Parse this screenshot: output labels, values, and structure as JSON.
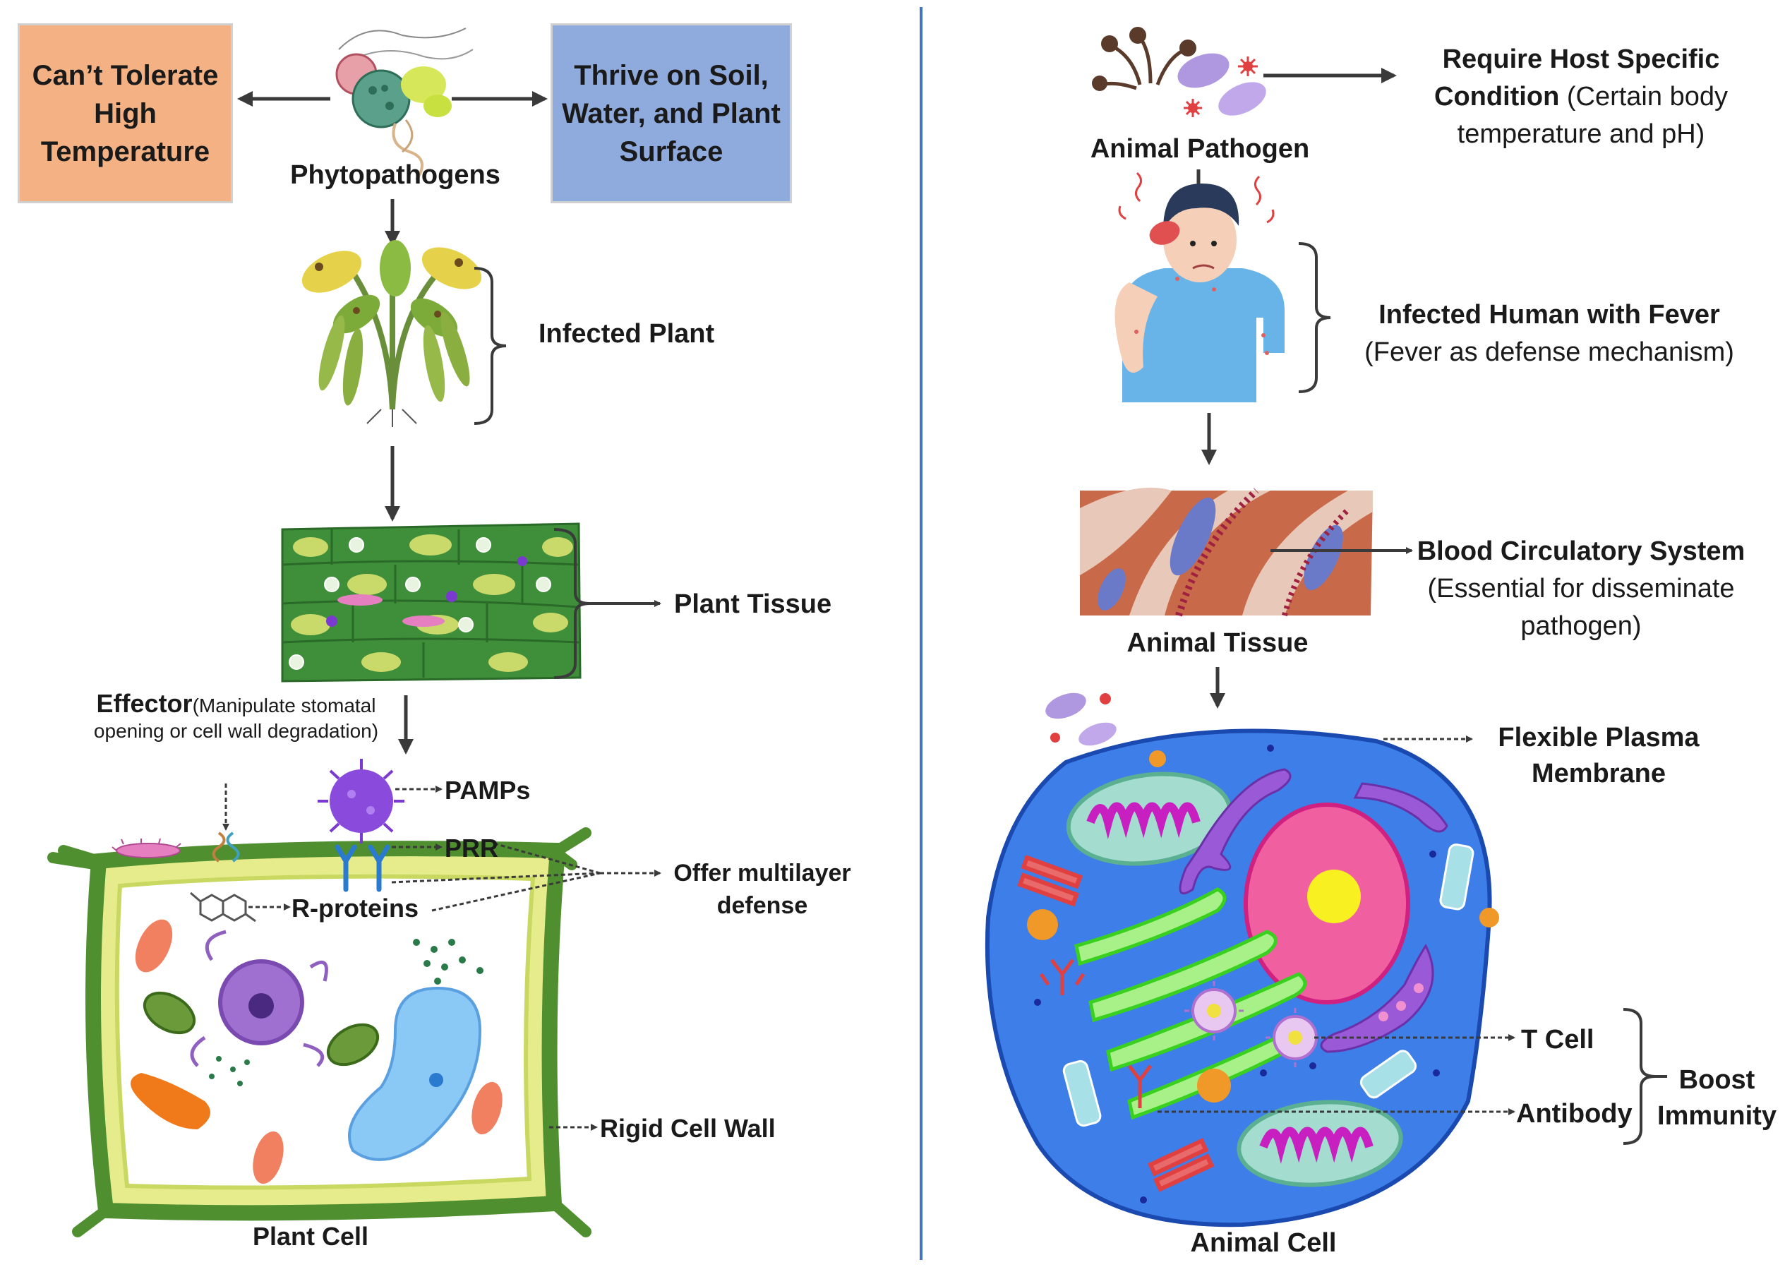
{
  "left": {
    "box_left": "Can’t Tolerate High Temperature",
    "box_right": "Thrive on Soil, Water, and Plant Surface",
    "pathogen": "Phytopathogens",
    "infected": "Infected Plant",
    "tissue": "Plant Tissue",
    "effector_title": "Effector",
    "effector_note": "(Manipulate stomatal opening or cell wall degradation)",
    "pamps": "PAMPs",
    "prr": "PRR",
    "rproteins": "R-proteins",
    "multilayer": "Offer multilayer defense",
    "cellwall": "Rigid Cell Wall",
    "cell": "Plant Cell"
  },
  "right": {
    "pathogen": "Animal Pathogen",
    "host_title": "Require Host Specific Condition",
    "host_note": "(Certain body temperature and pH)",
    "human_title": "Infected Human with Fever",
    "human_note": "(Fever as defense mechanism)",
    "blood_title": "Blood Circulatory System",
    "blood_note": "(Essential for disseminate pathogen)",
    "tissue": "Animal Tissue",
    "membrane": "Flexible Plasma Membrane",
    "tcell": "T Cell",
    "antibody": "Antibody",
    "boost": "Boost Immunity",
    "cell": "Animal Cell"
  },
  "colors": {
    "box_left_fill": "#F4B183",
    "box_right_fill": "#8FAADC",
    "divider": "#4472C4",
    "plant_wall": "#6AA84F",
    "animal_cell": "#3D7EE8"
  }
}
